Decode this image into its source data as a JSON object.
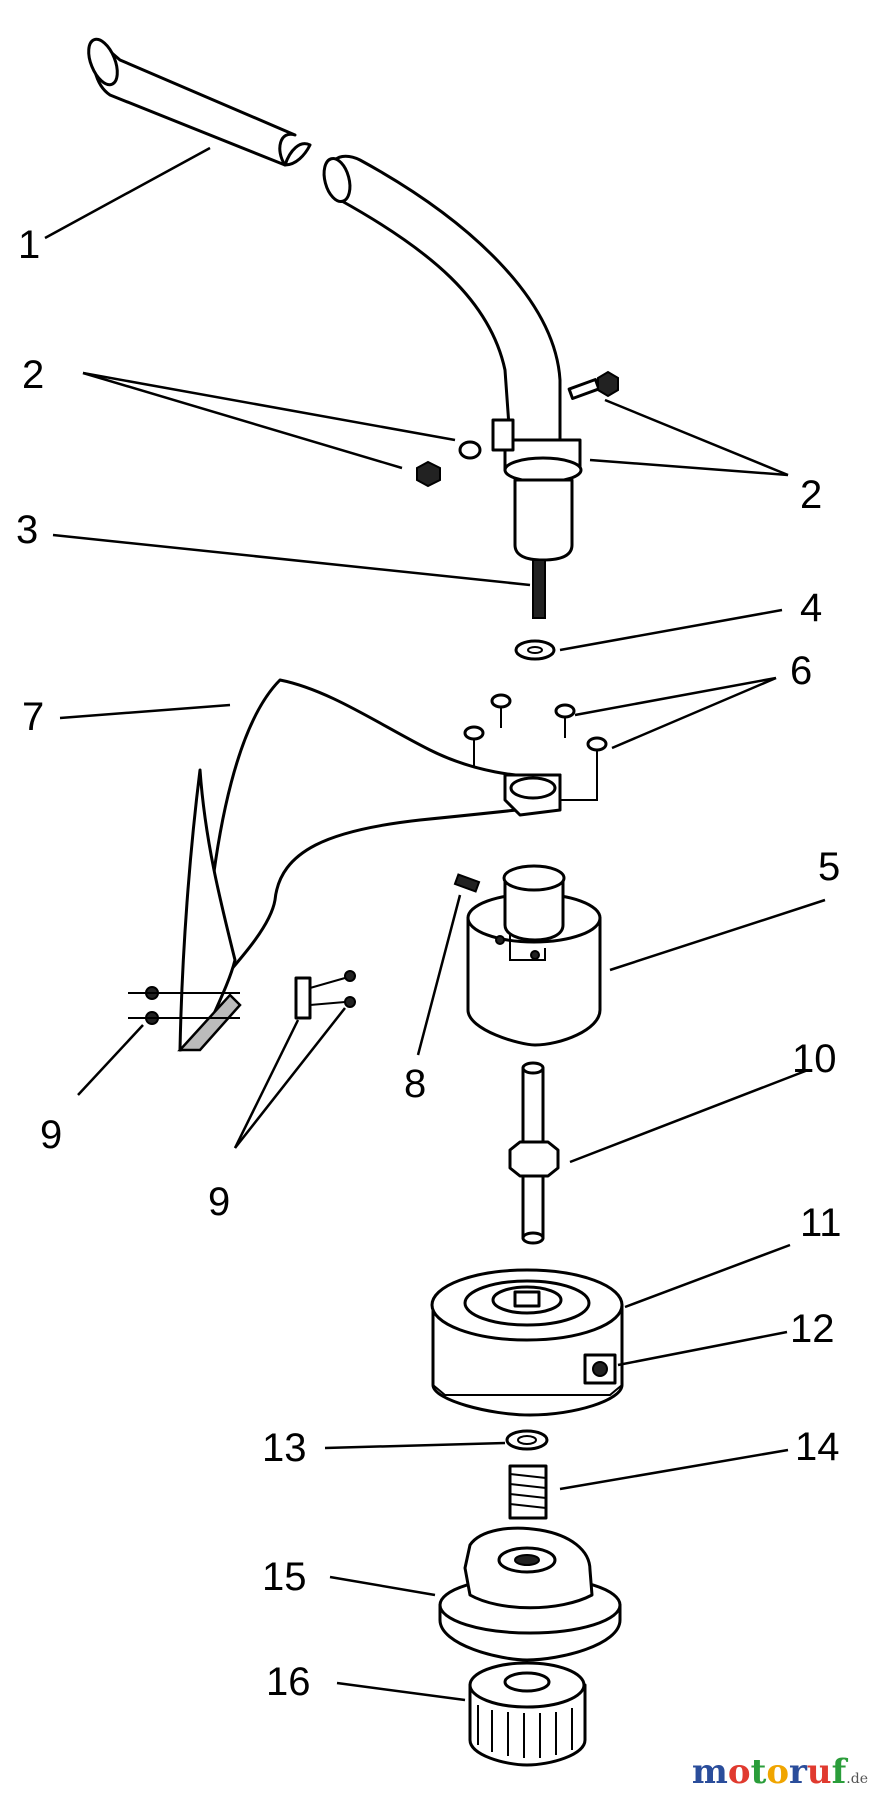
{
  "labels": {
    "l1": "1",
    "l2a": "2",
    "l2b": "2",
    "l3": "3",
    "l4": "4",
    "l5": "5",
    "l6": "6",
    "l7": "7",
    "l8": "8",
    "l9a": "9",
    "l9b": "9",
    "l10": "10",
    "l11": "11",
    "l12": "12",
    "l13": "13",
    "l14": "14",
    "l15": "15",
    "l16": "16"
  },
  "watermark": {
    "letters": [
      "m",
      "o",
      "t",
      "o",
      "r",
      "u",
      "f"
    ],
    "colors": [
      "#2a4d9b",
      "#e03a2f",
      "#2a9d3a",
      "#f0a500",
      "#2a4d9b",
      "#e03a2f",
      "#2a9d3a"
    ],
    "suffix": ".de"
  }
}
